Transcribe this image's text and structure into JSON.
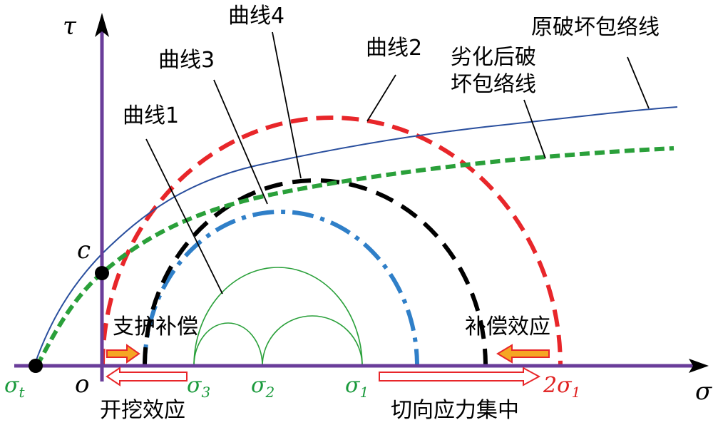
{
  "axes": {
    "y_label": "τ",
    "x_label": "σ",
    "origin_label": "o",
    "cohesion_label": "c"
  },
  "sigma_labels": {
    "sigma_t": {
      "base": "σ",
      "sub": "t",
      "color": "#1a9a3c"
    },
    "sigma_3": {
      "base": "σ",
      "sub": "3",
      "color": "#1a9a3c"
    },
    "sigma_2": {
      "base": "σ",
      "sub": "2",
      "color": "#1a9a3c"
    },
    "sigma_1": {
      "base": "σ",
      "sub": "1",
      "color": "#1a9a3c"
    },
    "two_sigma_1": {
      "prefix": "2",
      "base": "σ",
      "sub": "1",
      "color": "#e02020"
    }
  },
  "curve_labels": {
    "curve1": "曲线1",
    "curve2": "曲线2",
    "curve3": "曲线3",
    "curve4": "曲线4",
    "original_envelope": "原破坏包络线",
    "degraded_envelope_line1": "劣化后破",
    "degraded_envelope_line2": "坏包络线"
  },
  "annotations": {
    "support_compensation": "支护补偿",
    "compensation_effect": "补偿效应",
    "excavation_effect": "开挖效应",
    "tangential_concentration": "切向应力集中"
  },
  "colors": {
    "axis": "#6a3d9a",
    "original_envelope": "#2a4f9e",
    "degraded_envelope": "#2aa03a",
    "curve1": "#2aa03a",
    "curve2": "#e8262a",
    "curve3": "#2f7fc8",
    "curve4": "#000000",
    "arrow_fill": "#f5a623",
    "arrow_outline": "#e8262a"
  }
}
